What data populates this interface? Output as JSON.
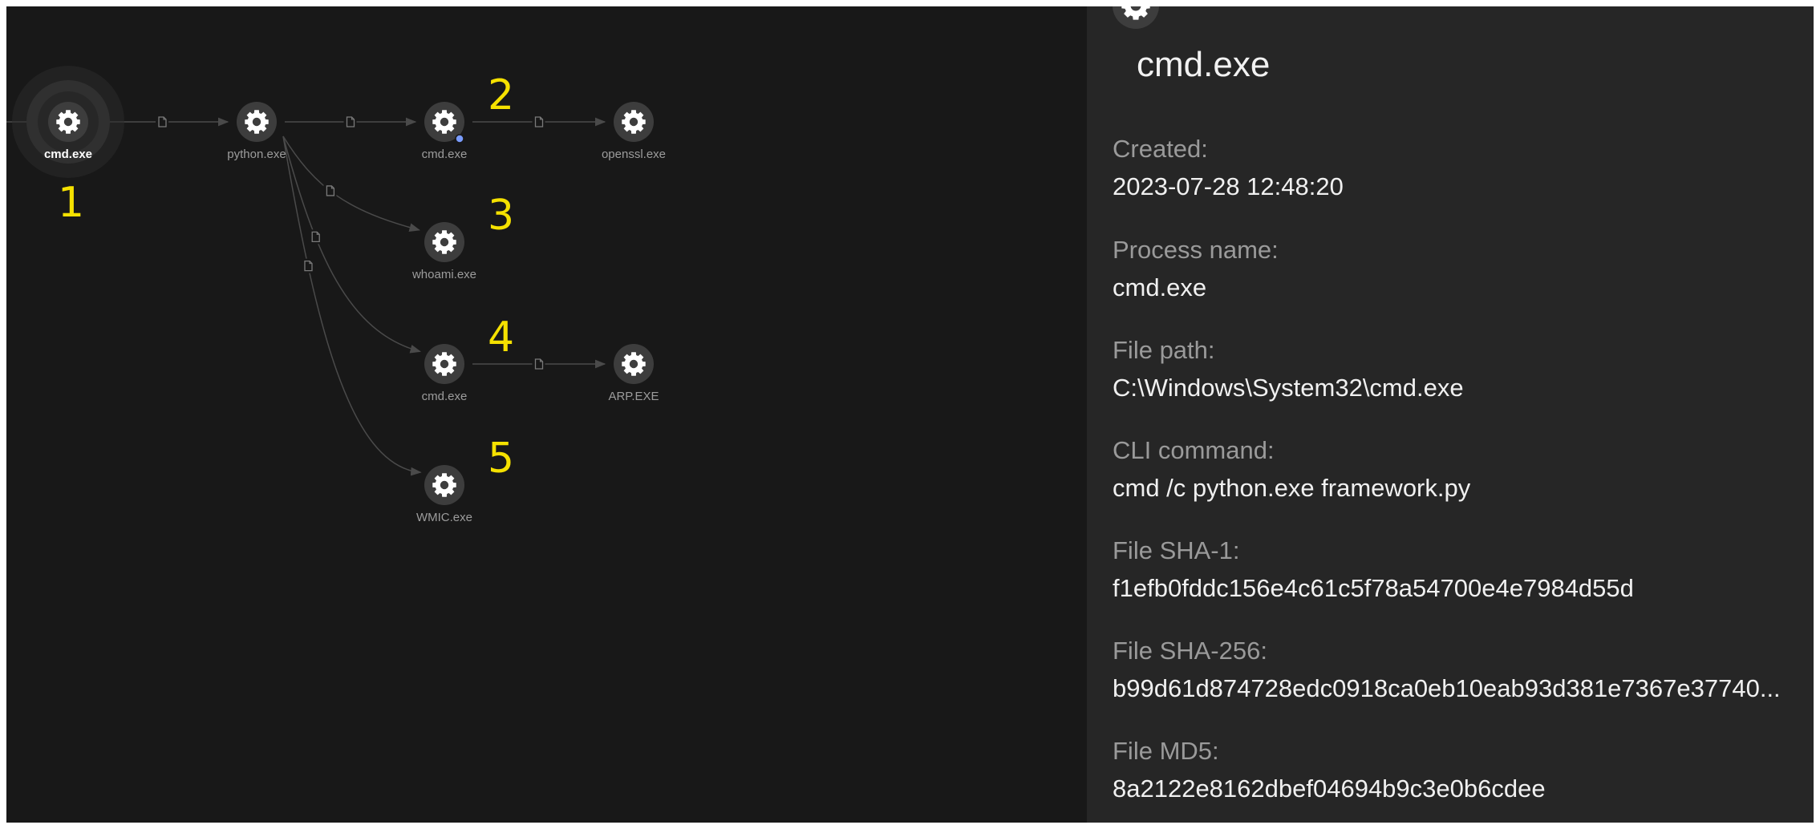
{
  "graph": {
    "nodes": [
      {
        "id": "n1",
        "label": "cmd.exe",
        "selected": true,
        "annotation": "1"
      },
      {
        "id": "n2",
        "label": "python.exe",
        "selected": false,
        "annotation": ""
      },
      {
        "id": "n3",
        "label": "cmd.exe",
        "selected": false,
        "annotation": "2",
        "has_indicator_dot": true
      },
      {
        "id": "n4",
        "label": "openssl.exe",
        "selected": false,
        "annotation": ""
      },
      {
        "id": "n5",
        "label": "whoami.exe",
        "selected": false,
        "annotation": "3"
      },
      {
        "id": "n6",
        "label": "cmd.exe",
        "selected": false,
        "annotation": "4"
      },
      {
        "id": "n7",
        "label": "ARP.EXE",
        "selected": false,
        "annotation": ""
      },
      {
        "id": "n8",
        "label": "WMIC.exe",
        "selected": false,
        "annotation": "5"
      }
    ],
    "edges": [
      {
        "from": "n1",
        "to": "n2"
      },
      {
        "from": "n2",
        "to": "n3"
      },
      {
        "from": "n3",
        "to": "n4"
      },
      {
        "from": "n2",
        "to": "n5"
      },
      {
        "from": "n2",
        "to": "n6"
      },
      {
        "from": "n6",
        "to": "n7"
      },
      {
        "from": "n2",
        "to": "n8"
      }
    ],
    "colors": {
      "background": "#181818",
      "node": "#3d3d3d",
      "icon": "#ffffff",
      "edge": "#4a4a4a",
      "annotation": "#f5e100",
      "indicator": "#7a9cff"
    },
    "icon": "gear-icon",
    "edge_icon": "file-icon"
  },
  "details": {
    "icon": "gear-icon",
    "title": "cmd.exe",
    "fields": [
      {
        "label": "Created:",
        "value": "2023-07-28 12:48:20"
      },
      {
        "label": "Process name:",
        "value": "cmd.exe"
      },
      {
        "label": "File path:",
        "value": "C:\\Windows\\System32\\cmd.exe"
      },
      {
        "label": "CLI command:",
        "value": "cmd /c python.exe framework.py"
      },
      {
        "label": "File SHA-1:",
        "value": "f1efb0fddc156e4c61c5f78a54700e4e7984d55d"
      },
      {
        "label": "File SHA-256:",
        "value": "b99d61d874728edc0918ca0eb10eab93d381e7367e37740..."
      },
      {
        "label": "File MD5:",
        "value": "8a2122e8162dbef04694b9c3e0b6cdee"
      }
    ]
  }
}
